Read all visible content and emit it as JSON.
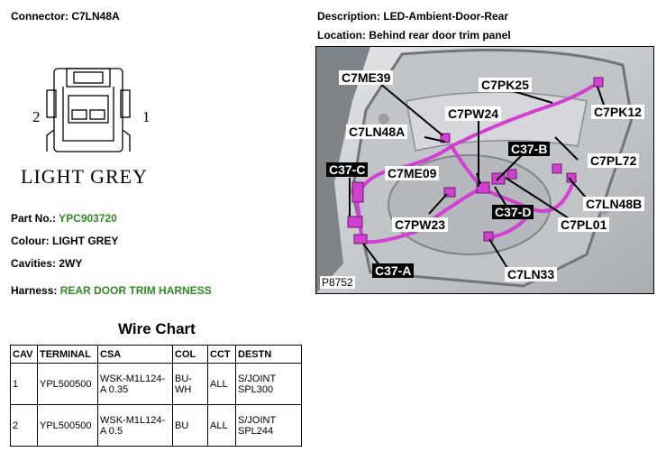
{
  "header": {
    "connector": "Connector: C7LN48A",
    "description": "Description: LED-Ambient-Door-Rear",
    "location": "Location: Behind rear door trim panel"
  },
  "connector_view": {
    "pin_left": "2",
    "pin_right": "1",
    "colour_label": "LIGHT GREY"
  },
  "details": {
    "part_no_label": "Part No.:",
    "part_no": "YPC903720",
    "colour": "Colour: LIGHT GREY",
    "cavities": "Cavities: 2WY",
    "harness_label": "Harness:",
    "harness": "REAR DOOR TRIM HARNESS"
  },
  "wire_chart": {
    "title": "Wire Chart",
    "headers": [
      "CAV",
      "TERMINAL",
      "CSA",
      "COL",
      "CCT",
      "DESTN"
    ],
    "rows": [
      [
        "1",
        "YPL500500",
        "WSK-M1L124-A 0.35",
        "BU-WH",
        "ALL",
        "S/JOINT SPL300"
      ],
      [
        "2",
        "YPL500500",
        "WSK-M1L124-A 0.5",
        "BU",
        "ALL",
        "S/JOINT SPL244"
      ]
    ]
  },
  "photo": {
    "code": "P8752",
    "callouts": [
      "C7ME39",
      "C7PK25",
      "C7PK12",
      "C7PW24",
      "C7LN48A",
      "C37-B",
      "C7PL72",
      "C37-C",
      "C7ME09",
      "C7LN48B",
      "C7PW23",
      "C37-D",
      "C7PL01",
      "C37-A",
      "C7LN33"
    ],
    "harness_color": "#d23fd2"
  }
}
